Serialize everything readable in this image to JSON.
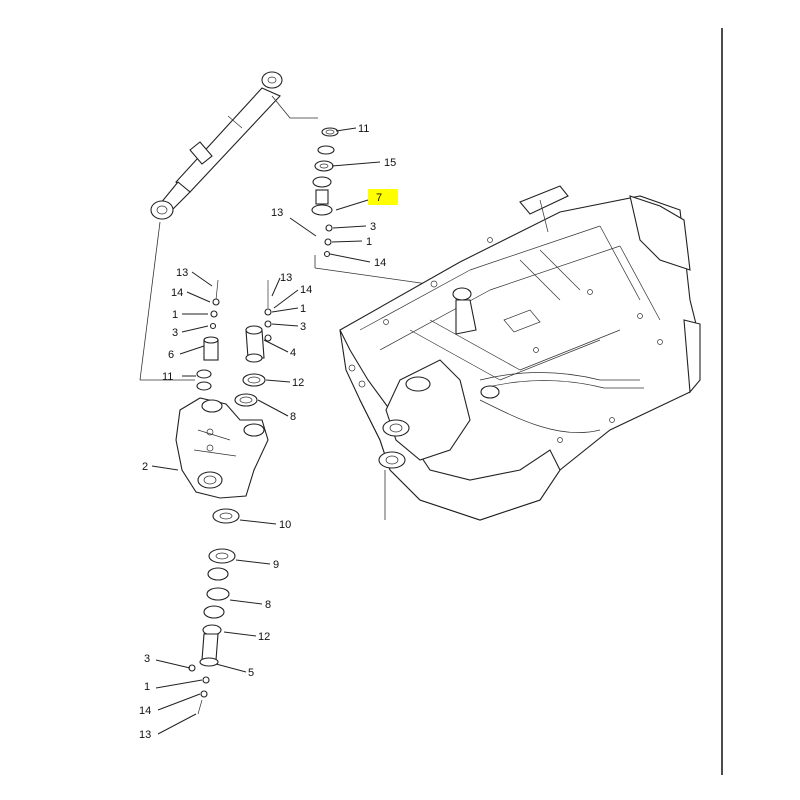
{
  "diagram": {
    "highlight_color": "#ffff00",
    "callouts": {
      "c11_top": "11",
      "c15_top": "15",
      "c7_top": "7",
      "c13_top": "13",
      "c3_top": "3",
      "c1_top": "1",
      "c14_top": "14",
      "c13_la": "13",
      "c14_la": "14",
      "c1_la": "1",
      "c3_la": "3",
      "c6_la": "6",
      "c11_la": "11",
      "c13_ra": "13",
      "c14_ra": "14",
      "c1_ra": "1",
      "c3_ra": "3",
      "c4_ra": "4",
      "c12_ra": "12",
      "c8_ra": "8",
      "c2": "2",
      "c10": "10",
      "c9": "9",
      "c8_low": "8",
      "c12_low": "12",
      "c3_low": "3",
      "c5_low": "5",
      "c1_low": "1",
      "c14_low": "14",
      "c13_low": "13"
    }
  }
}
